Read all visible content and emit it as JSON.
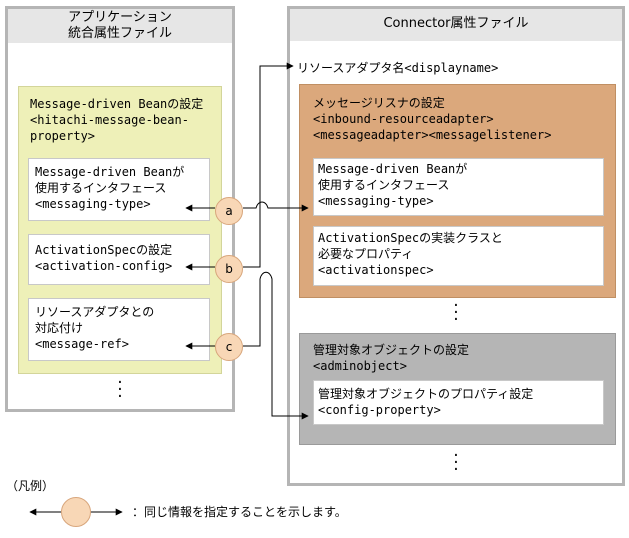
{
  "left_panel": {
    "title": "アプリケーション\n統合属性ファイル",
    "mdb_settings": {
      "label": "Message-driven Beanの設定\n<hitachi-message-bean-\nproperty>"
    },
    "items": [
      {
        "label": "Message-driven Beanが\n使用するインタフェース\n<messaging-type>"
      },
      {
        "label": "ActivationSpecの設定\n<activation-config>"
      },
      {
        "label": "リソースアダプタとの\n対応付け\n<message-ref>"
      }
    ]
  },
  "right_panel": {
    "title": "Connector属性ファイル",
    "displayname": "リソースアダプタ名<displayname>",
    "listener": {
      "label": "メッセージリスナの設定\n<inbound-resourceadapter>\n<messageadapter><messagelistener>",
      "items": [
        {
          "label": "Message-driven Beanが\n使用するインタフェース\n<messaging-type>"
        },
        {
          "label": "ActivationSpecの実装クラスと\n必要なプロパティ\n<activationspec>"
        }
      ]
    },
    "admin": {
      "label": "管理対象オブジェクトの設定\n<adminobject>",
      "item": {
        "label": "管理対象オブジェクトのプロパティ設定\n<config-property>"
      }
    }
  },
  "connectors": [
    {
      "letter": "a"
    },
    {
      "letter": "b"
    },
    {
      "letter": "c"
    }
  ],
  "legend": {
    "title": "（凡例）",
    "description": "：同じ情報を指定することを示します。"
  },
  "colors": {
    "outer_border": "#b5b5b5",
    "header_bg": "#e6e6e6",
    "mdb_box_bg": "#eef0b8",
    "listener_box_bg": "#dba87c",
    "admin_box_bg": "#b5b5b5",
    "circle_fill": "#f8d7b6"
  }
}
